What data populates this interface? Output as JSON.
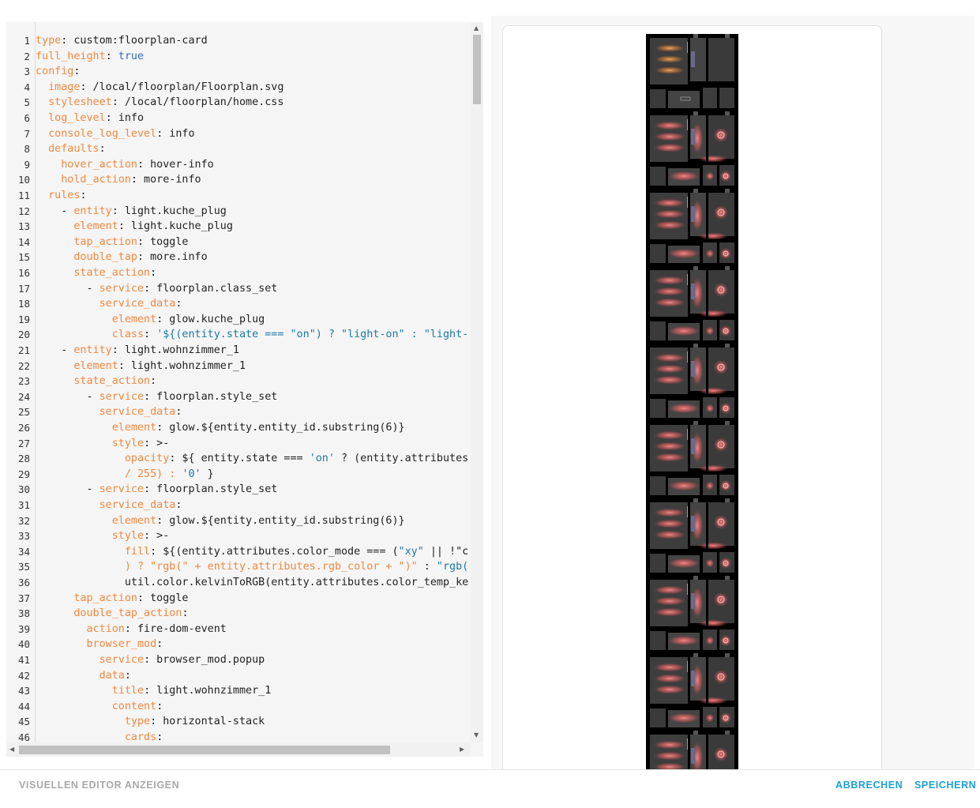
{
  "editor": {
    "lines": [
      [
        [
          "k",
          "type"
        ],
        [
          "p",
          ": custom:floorplan-card"
        ]
      ],
      [
        [
          "k",
          "full_height"
        ],
        [
          "p",
          ": "
        ],
        [
          "b",
          "true"
        ]
      ],
      [
        [
          "k",
          "config"
        ],
        [
          "p",
          ":"
        ]
      ],
      [
        [
          "p",
          "  "
        ],
        [
          "k",
          "image"
        ],
        [
          "p",
          ": /local/floorplan/Floorplan.svg"
        ]
      ],
      [
        [
          "p",
          "  "
        ],
        [
          "k",
          "stylesheet"
        ],
        [
          "p",
          ": /local/floorplan/home.css"
        ]
      ],
      [
        [
          "p",
          "  "
        ],
        [
          "k",
          "log_level"
        ],
        [
          "p",
          ": info"
        ]
      ],
      [
        [
          "p",
          "  "
        ],
        [
          "k",
          "console_log_level"
        ],
        [
          "p",
          ": info"
        ]
      ],
      [
        [
          "p",
          "  "
        ],
        [
          "k",
          "defaults"
        ],
        [
          "p",
          ":"
        ]
      ],
      [
        [
          "p",
          "    "
        ],
        [
          "k",
          "hover_action"
        ],
        [
          "p",
          ": hover-info"
        ]
      ],
      [
        [
          "p",
          "    "
        ],
        [
          "k",
          "hold_action"
        ],
        [
          "p",
          ": more-info"
        ]
      ],
      [
        [
          "p",
          "  "
        ],
        [
          "k",
          "rules"
        ],
        [
          "p",
          ":"
        ]
      ],
      [
        [
          "p",
          "    - "
        ],
        [
          "k",
          "entity"
        ],
        [
          "p",
          ": light.kuche_plug"
        ]
      ],
      [
        [
          "p",
          "      "
        ],
        [
          "k",
          "element"
        ],
        [
          "p",
          ": light.kuche_plug"
        ]
      ],
      [
        [
          "p",
          "      "
        ],
        [
          "k",
          "tap_action"
        ],
        [
          "p",
          ": toggle"
        ]
      ],
      [
        [
          "p",
          "      "
        ],
        [
          "k",
          "double_tap"
        ],
        [
          "p",
          ": more.info"
        ]
      ],
      [
        [
          "p",
          "      "
        ],
        [
          "k",
          "state_action"
        ],
        [
          "p",
          ":"
        ]
      ],
      [
        [
          "p",
          "        - "
        ],
        [
          "k",
          "service"
        ],
        [
          "p",
          ": floorplan.class_set"
        ]
      ],
      [
        [
          "p",
          "          "
        ],
        [
          "k",
          "service_data"
        ],
        [
          "p",
          ":"
        ]
      ],
      [
        [
          "p",
          "            "
        ],
        [
          "k",
          "element"
        ],
        [
          "p",
          ": glow.kuche_plug"
        ]
      ],
      [
        [
          "p",
          "            "
        ],
        [
          "k",
          "class"
        ],
        [
          "p",
          ": "
        ],
        [
          "s",
          "'${(entity.state === \"on\") ? \"light-on\" : \"light-"
        ]
      ],
      [
        [
          "p",
          "    - "
        ],
        [
          "k",
          "entity"
        ],
        [
          "p",
          ": light.wohnzimmer_1"
        ]
      ],
      [
        [
          "p",
          "      "
        ],
        [
          "k",
          "element"
        ],
        [
          "p",
          ": light.wohnzimmer_1"
        ]
      ],
      [
        [
          "p",
          "      "
        ],
        [
          "k",
          "state_action"
        ],
        [
          "p",
          ":"
        ]
      ],
      [
        [
          "p",
          "        - "
        ],
        [
          "k",
          "service"
        ],
        [
          "p",
          ": floorplan.style_set"
        ]
      ],
      [
        [
          "p",
          "          "
        ],
        [
          "k",
          "service_data"
        ],
        [
          "p",
          ":"
        ]
      ],
      [
        [
          "p",
          "            "
        ],
        [
          "k",
          "element"
        ],
        [
          "p",
          ": glow.${entity.entity_id.substring(6)}"
        ]
      ],
      [
        [
          "p",
          "            "
        ],
        [
          "k",
          "style"
        ],
        [
          "p",
          ": >-"
        ]
      ],
      [
        [
          "p",
          "              "
        ],
        [
          "k",
          "opacity"
        ],
        [
          "p",
          ": ${ entity.state === "
        ],
        [
          "s",
          "'on'"
        ],
        [
          "p",
          " ? (entity.attributes"
        ]
      ],
      [
        [
          "p",
          "              "
        ],
        [
          "k",
          "/ 255) : "
        ],
        [
          "s",
          "'0'"
        ],
        [
          "p",
          " }"
        ]
      ],
      [
        [
          "p",
          "        - "
        ],
        [
          "k",
          "service"
        ],
        [
          "p",
          ": floorplan.style_set"
        ]
      ],
      [
        [
          "p",
          "          "
        ],
        [
          "k",
          "service_data"
        ],
        [
          "p",
          ":"
        ]
      ],
      [
        [
          "p",
          "            "
        ],
        [
          "k",
          "element"
        ],
        [
          "p",
          ": glow.${entity.entity_id.substring(6)}"
        ]
      ],
      [
        [
          "p",
          "            "
        ],
        [
          "k",
          "style"
        ],
        [
          "p",
          ": >-"
        ]
      ],
      [
        [
          "p",
          "              "
        ],
        [
          "k",
          "fill"
        ],
        [
          "p",
          ": ${(entity.attributes.color_mode === ("
        ],
        [
          "s",
          "\"xy\""
        ],
        [
          "p",
          " || !\"c"
        ]
      ],
      [
        [
          "p",
          "              "
        ],
        [
          "k",
          ") ? \"rgb(\" + entity.attributes.rgb_color + \")\""
        ],
        [
          "p",
          " : "
        ],
        [
          "s",
          "\"rgb("
        ]
      ],
      [
        [
          "p",
          "              util.color.kelvinToRGB(entity.attributes.color_temp_ke"
        ]
      ],
      [
        [
          "p",
          "      "
        ],
        [
          "k",
          "tap_action"
        ],
        [
          "p",
          ": toggle"
        ]
      ],
      [
        [
          "p",
          "      "
        ],
        [
          "k",
          "double_tap_action"
        ],
        [
          "p",
          ":"
        ]
      ],
      [
        [
          "p",
          "        "
        ],
        [
          "k",
          "action"
        ],
        [
          "p",
          ": fire-dom-event"
        ]
      ],
      [
        [
          "p",
          "        "
        ],
        [
          "k",
          "browser_mod"
        ],
        [
          "p",
          ":"
        ]
      ],
      [
        [
          "p",
          "          "
        ],
        [
          "k",
          "service"
        ],
        [
          "p",
          ": browser_mod.popup"
        ]
      ],
      [
        [
          "p",
          "          "
        ],
        [
          "k",
          "data"
        ],
        [
          "p",
          ":"
        ]
      ],
      [
        [
          "p",
          "            "
        ],
        [
          "k",
          "title"
        ],
        [
          "p",
          ": light.wohnzimmer_1"
        ]
      ],
      [
        [
          "p",
          "            "
        ],
        [
          "k",
          "content"
        ],
        [
          "p",
          ":"
        ]
      ],
      [
        [
          "p",
          "              "
        ],
        [
          "k",
          "type"
        ],
        [
          "p",
          ": horizontal-stack"
        ]
      ],
      [
        [
          "p",
          "              "
        ],
        [
          "k",
          "cards"
        ],
        [
          "p",
          ":"
        ]
      ]
    ]
  },
  "preview": {
    "floor_count": 10
  },
  "footer": {
    "visual_editor_label": "VISUELLEN EDITOR ANZEIGEN",
    "cancel_label": "ABBRECHEN",
    "save_label": "SPEICHERN"
  },
  "colors": {
    "key": "#f0883e",
    "string": "#1a7aa6",
    "bool": "#2e6dbd",
    "accent": "#1c9fd8",
    "muted_button": "#a8a8a8"
  }
}
